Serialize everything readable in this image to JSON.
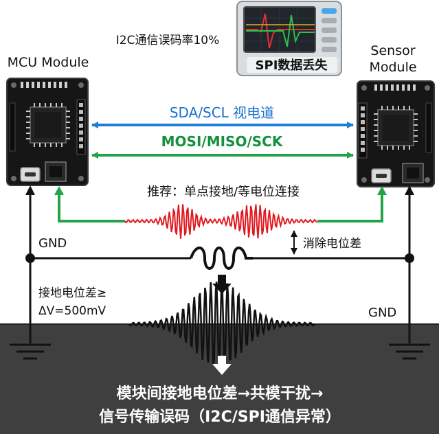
{
  "labels": {
    "mcu_module": "MCU Module",
    "sensor_module_line1": "Sensor",
    "sensor_module_line2": "Module",
    "i2c_error": "I2C通信误码率10%",
    "spi_loss": "SPI数据丢失",
    "sda_scl": "SDA/SCL 视电道",
    "mosi_miso_sck": "MOSI/MISO/SCK",
    "recommend": "推荐：单点接地/等电位连接",
    "gnd_left": "GND",
    "gnd_right": "GND",
    "eliminate": "消除电位差",
    "potential_line1": "接地电位差≥",
    "potential_line2": "ΔV=500mV",
    "bottom_line1": "模块间接地电位差→共模干扰→",
    "bottom_line2": "信号传输误码（I2C/SPI通信异常）"
  },
  "colors": {
    "sda_scl_arrow": "#1f7fd6",
    "sda_scl_text": "#1a6fd0",
    "mosi_arrow": "#25a348",
    "mosi_text": "#14913a",
    "noise": "#e0191e",
    "ground_band": "#3f3f3f",
    "board": "#161616",
    "chip": "#232323",
    "bottom_text": "#ffffff",
    "scope_trace_red": "#e53030",
    "scope_trace_green": "#2fbf4a",
    "scope_trace_yellow": "#e0b020"
  },
  "icons": [
    "oscilloscope-icon",
    "resistor-icon",
    "down-arrow-icon",
    "ground-symbol-icon",
    "usb-port-icon"
  ]
}
